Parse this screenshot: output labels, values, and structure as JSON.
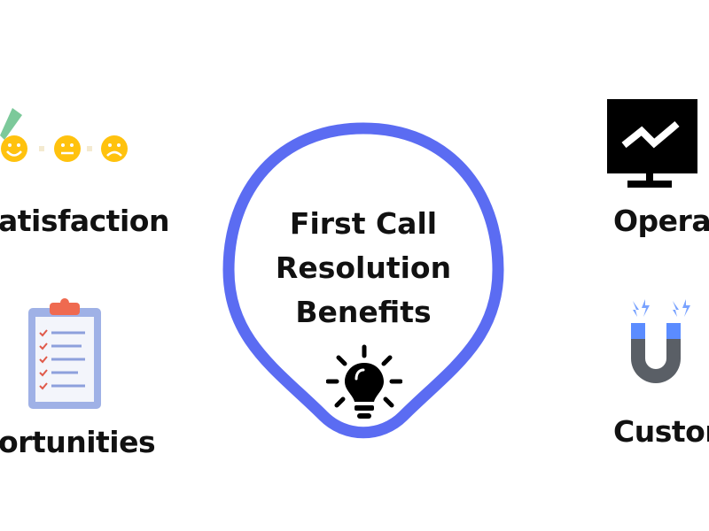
{
  "center": {
    "line1": "First Call",
    "line2": "Resolution",
    "line3": "Benefits",
    "icon": "lightbulb-icon"
  },
  "items": [
    {
      "label": "atisfaction",
      "icon": "smiley-rating-icon"
    },
    {
      "label": "ortunities",
      "icon": "clipboard-checklist-icon"
    },
    {
      "label": "Operat",
      "icon": "monitor-chart-icon"
    },
    {
      "label": "Custon",
      "icon": "magnet-icon"
    }
  ],
  "colors": {
    "accent": "#5b6cf2",
    "smiley": "#ffc20e",
    "check": "#7cc99a"
  }
}
